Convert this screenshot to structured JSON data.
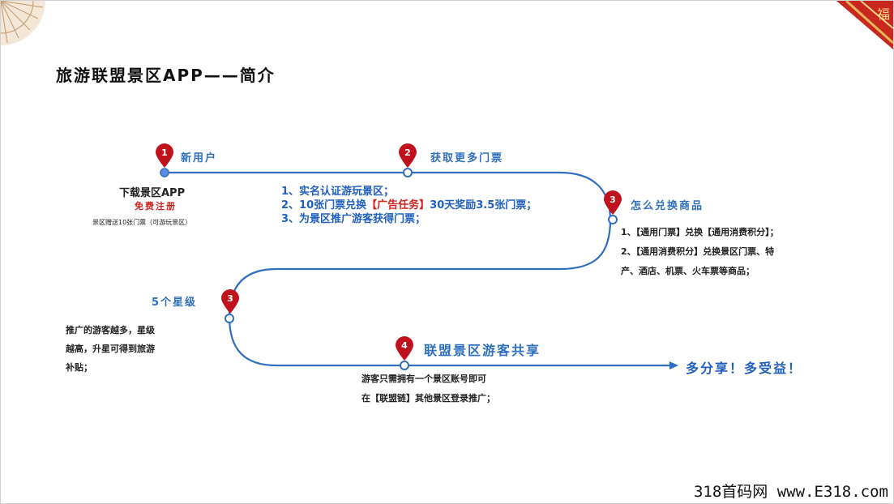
{
  "title": "旅游联盟景区APP——简介",
  "steps": {
    "s1": {
      "num": "1",
      "label": "新用户",
      "line1": "下载景区APP",
      "line2": "免费注册",
      "line3": "景区赠送10张门票（可游玩景区）"
    },
    "s2": {
      "num": "2",
      "label": "获取更多门票",
      "items": [
        "1、实名认证游玩景区；",
        "2、10张门票兑换",
        "【广告任务】",
        "30天奖励3.5张门票；",
        "3、为景区推广游客获得门票；"
      ]
    },
    "s3a": {
      "num": "3",
      "label": "怎么兑换商品",
      "items": [
        "1、【通用门票】兑换【通用消费积分】；",
        "2、【通用消费积分】兑换景区门票、特",
        "产、酒店、机票、火车票等商品；"
      ]
    },
    "s3b": {
      "num": "3",
      "label": "5个星级",
      "items": [
        "推广的游客越多，星级",
        "越高，升星可得到旅游",
        "补贴；"
      ]
    },
    "s4": {
      "num": "4",
      "label": "联盟景区游客共享",
      "items": [
        "游客只需拥有一个景区账号即可",
        "在【联盟链】其他景区登录推广；"
      ]
    }
  },
  "final": "多分享！多受益！",
  "watermark": "318首码网 www.E318.com",
  "colors": {
    "line": "#2f6fbe",
    "pin": "#c0121c",
    "accent_red": "#d2231d"
  }
}
